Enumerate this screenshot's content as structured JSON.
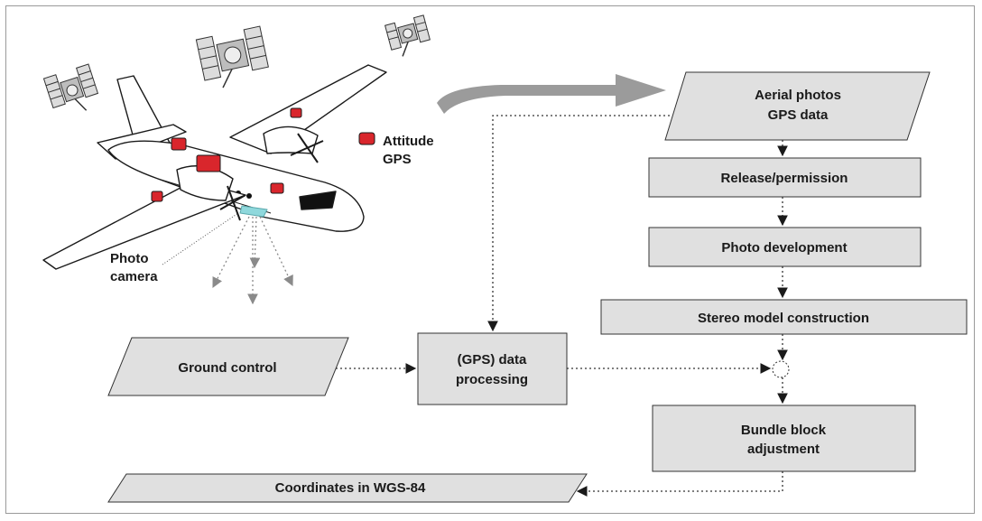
{
  "colors": {
    "box_fill": "#e0e0e0",
    "box_stroke": "#333333",
    "marker_red": "#d9262c",
    "camera_cyan": "#8fd8dc",
    "arrow_gray": "#9b9b9b"
  },
  "aircraft": {
    "legend_label_line1": "Attitude",
    "legend_label_line2": "GPS",
    "camera_label_line1": "Photo",
    "camera_label_line2": "camera"
  },
  "nodes": {
    "aerial_photos_line1": "Aerial photos",
    "aerial_photos_line2": "GPS data",
    "release": "Release/permission",
    "photo_development": "Photo development",
    "stereo_model": "Stereo model construction",
    "bundle_line1": "Bundle block",
    "bundle_line2": "adjustment",
    "ground_control": "Ground control",
    "gps_processing_line1": "(GPS) data",
    "gps_processing_line2": "processing",
    "coordinates": "Coordinates in WGS-84"
  }
}
